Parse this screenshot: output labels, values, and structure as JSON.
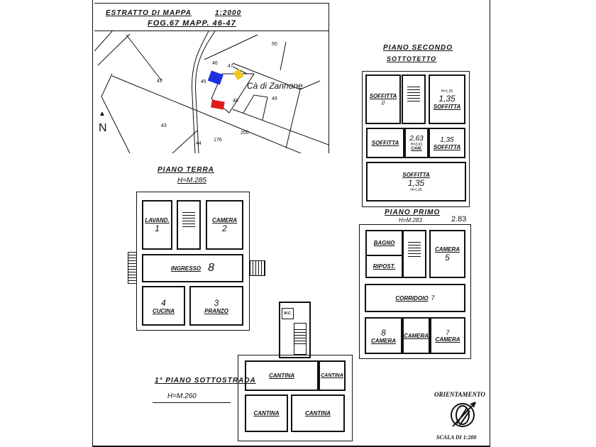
{
  "map": {
    "title": "ESTRATTO DI MAPPA",
    "scale": "1:2000",
    "sheet": "FOG.67 MAPP. 46-47",
    "place_name": "Cà di Zannone",
    "parcels": [
      "42",
      "43",
      "44",
      "45",
      "46",
      "47",
      "48",
      "49",
      "50",
      "200",
      "176"
    ],
    "north_label": "N",
    "colors": {
      "blue": "#1f2fe0",
      "yellow": "#f2c81c",
      "red": "#e01a1a"
    }
  },
  "piano_secondo": {
    "title": "PIANO SECONDO",
    "subtitle": "SOTTOTETTO",
    "rooms": [
      {
        "label": "SOFFITTA",
        "height": ""
      },
      {
        "label": "SOFFITTA",
        "height": "1,35",
        "note": "H=1,35"
      },
      {
        "label": "SOFFITTA",
        "height": ""
      },
      {
        "label": "CAM.",
        "height": "2,63",
        "note": "H=2,63"
      },
      {
        "label": "SOFFITTA",
        "height": "1,35"
      },
      {
        "label": "SOFFITTA",
        "height": "1,35",
        "note": "H=1,35"
      }
    ]
  },
  "piano_primo": {
    "title": "PIANO PRIMO",
    "height": "H=M.283",
    "height_note": "2.83",
    "rooms": [
      {
        "label": "BAGNO",
        "num": ""
      },
      {
        "label": "RIPOST.",
        "num": ""
      },
      {
        "label": "CAMERA",
        "num": "5"
      },
      {
        "label": "CORRIDOIO",
        "num": "7"
      },
      {
        "label": "CAMERA",
        "num": "8"
      },
      {
        "label": "CAMERA",
        "num": ""
      },
      {
        "label": "CAMERA",
        "num": "7"
      }
    ]
  },
  "piano_terra": {
    "title": "PIANO TERRA",
    "height": "H=M.285",
    "rooms": [
      {
        "label": "LAVAND.",
        "num": "1"
      },
      {
        "label": "CAMERA",
        "num": "2"
      },
      {
        "label": "INGRESSO",
        "num": "8"
      },
      {
        "label": "CUCINA",
        "num": "4"
      },
      {
        "label": "PRANZO",
        "num": "3"
      }
    ]
  },
  "sottostrada": {
    "title": "1° PIANO SOTTOSTRADA",
    "height": "H=M.260",
    "wc": "W.C.",
    "rooms": [
      {
        "label": "CANTINA"
      },
      {
        "label": "CANTINA"
      },
      {
        "label": "CANTINA"
      },
      {
        "label": "CANTINA"
      }
    ]
  },
  "legend": {
    "orientation": "ORIENTAMENTO",
    "scale": "SCALA DI 1:200"
  }
}
